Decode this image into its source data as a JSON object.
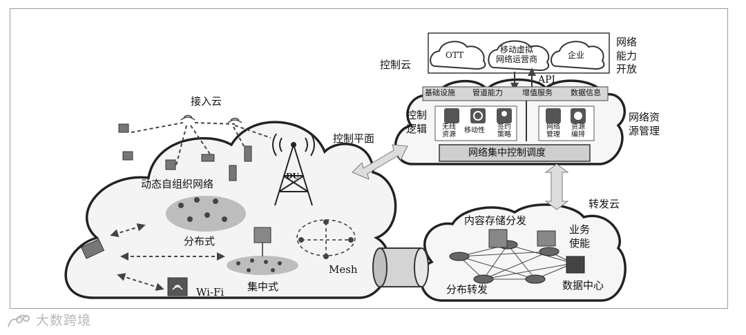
{
  "access_cloud": {
    "title": "接入云",
    "dynamic_network": "动态自组织网络",
    "distributed": "分布式",
    "centralized": "集中式",
    "mesh": "Mesh",
    "wifi": "Wi-Fi",
    "du": "DU"
  },
  "control_plane": "控制平面",
  "control_cloud": {
    "title": "控制云",
    "apps": [
      "OTT",
      "移动虚拟\n网络运营商",
      "企业"
    ],
    "api": "API",
    "open_label": "网络\n能力\n开放",
    "capabilities": [
      "基础设施",
      "管道能力",
      "增值服务",
      "数据信息"
    ],
    "logic_label": "控制\n逻辑",
    "functions": [
      "无线\n资源",
      "移动性",
      "签约\n策略",
      "网络\n管理",
      "资源\n编排"
    ],
    "bar": "网络集中控制调度",
    "resource_mgmt": "网络资\n源管理"
  },
  "forward_cloud": {
    "title": "转发云",
    "storage": "内容存储分发",
    "service": "业务\n使能",
    "distributed": "分布转发",
    "datacenter": "数据中心"
  },
  "watermark": "大数跨境",
  "colors": {
    "cloud_fill": "#f4f4f4",
    "dark_fill": "#555555",
    "band_fill": "#c9c9c9",
    "line": "#333333"
  }
}
